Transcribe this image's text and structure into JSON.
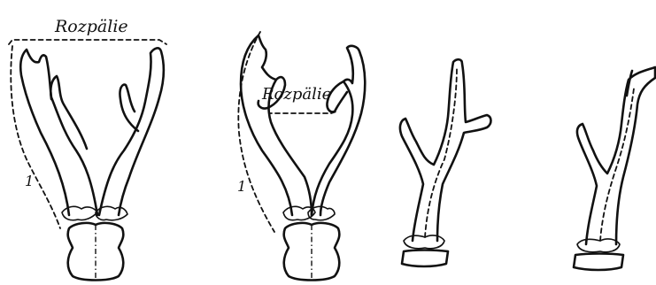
{
  "labels": {
    "spread_1": "Rozpälie",
    "spread_2": "Rozpälie",
    "index_1": "1",
    "index_2": "1"
  },
  "colors": {
    "ink": "#111111",
    "background": "#ffffff"
  }
}
